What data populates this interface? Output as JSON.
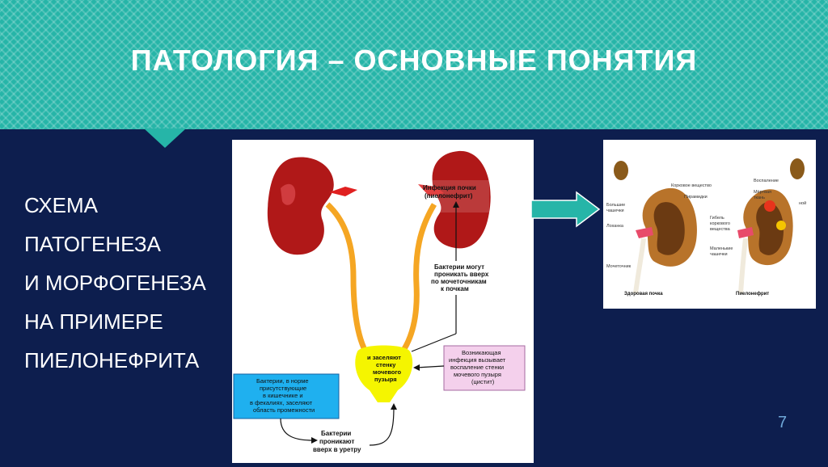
{
  "slide": {
    "title": "ПАТОЛОГИЯ – ОСНОВНЫЕ ПОНЯТИЯ",
    "lead_lines": [
      "СХЕМА",
      "ПАТОГЕНЕЗА",
      "И МОРФОГЕНЕЗА",
      "НА ПРИМЕРЕ",
      "ПИЕЛОНЕФРИТА"
    ],
    "page_number": "7"
  },
  "colors": {
    "header": "#26b5a8",
    "background": "#0d1e4e",
    "arrow": "#26b5a8",
    "kidney": "#b01818",
    "ureter": "#f5a623",
    "bladder": "#f5f500"
  },
  "left_diagram": {
    "infection_label": [
      "Инфекция почки",
      "(пиелонефрит)"
    ],
    "ascend_label": [
      "Бактерии могут",
      "проникать вверх",
      "по мочеточникам",
      "к почкам"
    ],
    "bladder_label": [
      "и заселяют",
      "стенку",
      "мочевого",
      "пузыря"
    ],
    "cystitis_label": [
      "Возникающая",
      "инфекция вызывает",
      "воспаление стенки",
      "мочевого пузыря",
      "(цистит)"
    ],
    "perineum_label": [
      "Бактерии, в норме",
      "присутствующие",
      "в кишечнике и",
      "в фекалиях, заселяют",
      "область промежности"
    ],
    "urethra_label": [
      "Бактерии",
      "проникают",
      "вверх в уретру"
    ]
  },
  "right_diagram": {
    "labels_left": [
      "Большие",
      "чашечки",
      "Лоханка",
      "Мочеточник"
    ],
    "labels_mid": [
      "Корковое вещество",
      "Пирамидки"
    ],
    "labels_right": [
      "Воспаление",
      "Мёртвая",
      "ткань",
      "ной",
      "Гибель",
      "коркового",
      "вещества",
      "Маленькие",
      "чашечки"
    ],
    "caption_left": "Здоровая почка",
    "caption_right": "Пиелонефрит"
  }
}
